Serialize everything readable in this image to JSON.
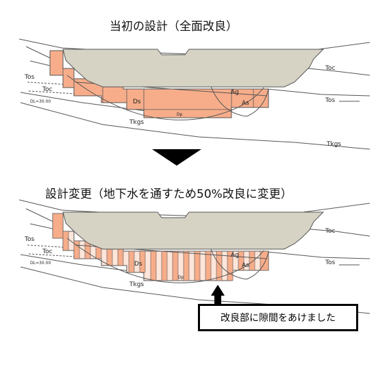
{
  "titles": {
    "initial": "当初の設計（全面改良）",
    "changed": "設計変更（地下水を通すため50%改良に変更）"
  },
  "labels": {
    "tos": "Tos",
    "toc": "Toc",
    "dl": "DL=30.00",
    "ds": "Ds",
    "dp": "Dp",
    "ag": "Ag",
    "as": "As",
    "tkgs": "Tkgs"
  },
  "callout": {
    "text": "改良部に隙間をあけました"
  },
  "colors": {
    "embankment": "#d6d2c4",
    "improved": "#f7ad8a",
    "outline": "#444444",
    "arrow": "#000000"
  }
}
